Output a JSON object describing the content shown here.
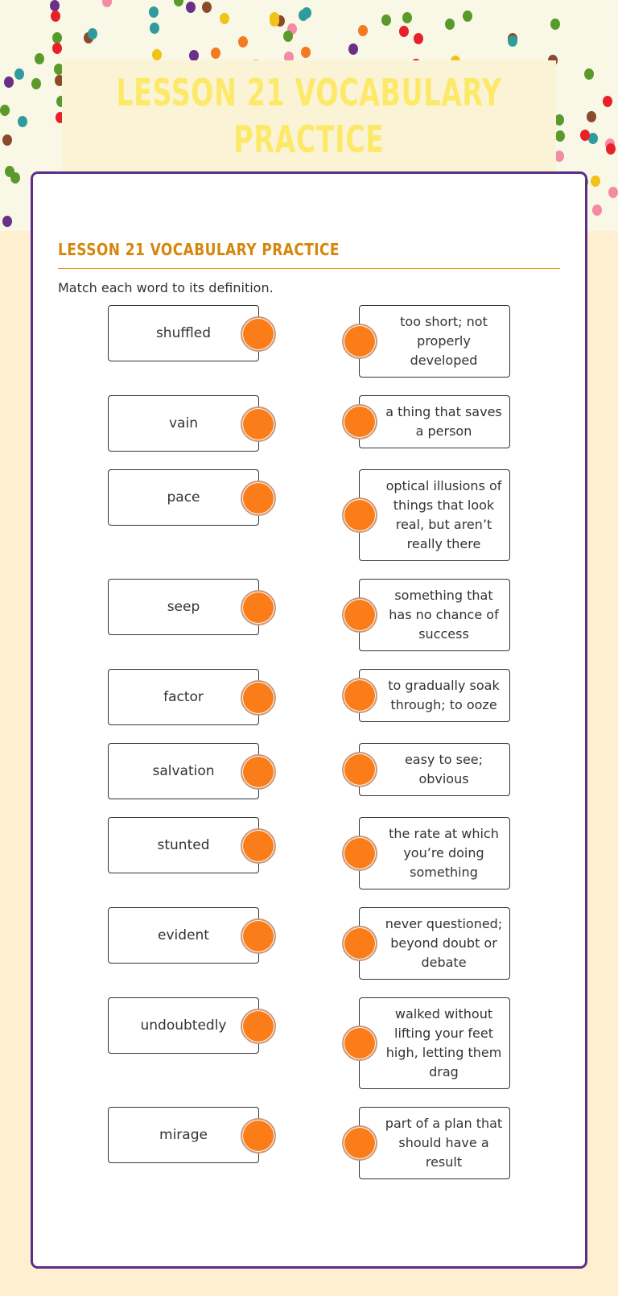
{
  "banner": {
    "title": "Lesson 21 Vocabulary Practice",
    "dot_colors": [
      "#8b4a2b",
      "#e8202a",
      "#2e9b9c",
      "#5a9a2c",
      "#6a2f87",
      "#f47a20",
      "#f58aa5",
      "#f1c318"
    ]
  },
  "worksheet": {
    "heading": "Lesson 21 Vocabulary Practice",
    "instructions": "Match each word to its definition.",
    "words": [
      "shuffled",
      "vain",
      "pace",
      "seep",
      "factor",
      "salvation",
      "stunted",
      "evident",
      "undoubtedly",
      "mirage"
    ],
    "definitions": [
      "too short; not properly developed",
      "a thing that saves a person",
      "optical illusions of things that look real, but aren’t really there",
      "something that has no chance of success",
      "to gradually soak through; to ooze",
      "easy to see; obvious",
      "the rate at which you’re doing something",
      "never questioned; beyond doubt or debate",
      "walked without lifting your feet high, letting them drag",
      "part of a plan that should have a result"
    ],
    "accent": "#fb7d1a",
    "border": "#5c2d86"
  }
}
